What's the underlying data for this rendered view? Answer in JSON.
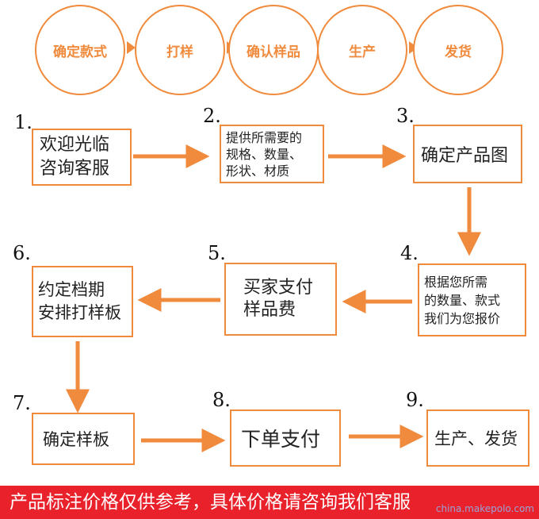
{
  "header": {
    "stages": [
      "确定款式",
      "打样",
      "确认样品",
      "生产",
      "发货"
    ]
  },
  "steps": [
    {
      "number": "1.",
      "lines": [
        "欢迎光临",
        "咨询客服"
      ]
    },
    {
      "number": "2.",
      "lines": [
        "提供所需要的",
        "规格、数量、",
        "形状、材质"
      ]
    },
    {
      "number": "3.",
      "lines": [
        "确定产品图"
      ]
    },
    {
      "number": "4.",
      "lines": [
        "根据您所需",
        "的数量、款式",
        "我们为您报价"
      ]
    },
    {
      "number": "5.",
      "lines": [
        "买家支付",
        "样品费"
      ]
    },
    {
      "number": "6.",
      "lines": [
        "约定档期",
        "安排打样板"
      ]
    },
    {
      "number": "7.",
      "lines": [
        "确定样板"
      ]
    },
    {
      "number": "8.",
      "lines": [
        "下单支付"
      ]
    },
    {
      "number": "9.",
      "lines": [
        "生产、发货"
      ]
    }
  ],
  "footer": {
    "note": "产品标注价格仅供参考，具体价格请咨询我们客服",
    "watermark": "china.makepolo.com"
  },
  "colors": {
    "accent": "#f08a3c",
    "banner": "#e8212b"
  }
}
